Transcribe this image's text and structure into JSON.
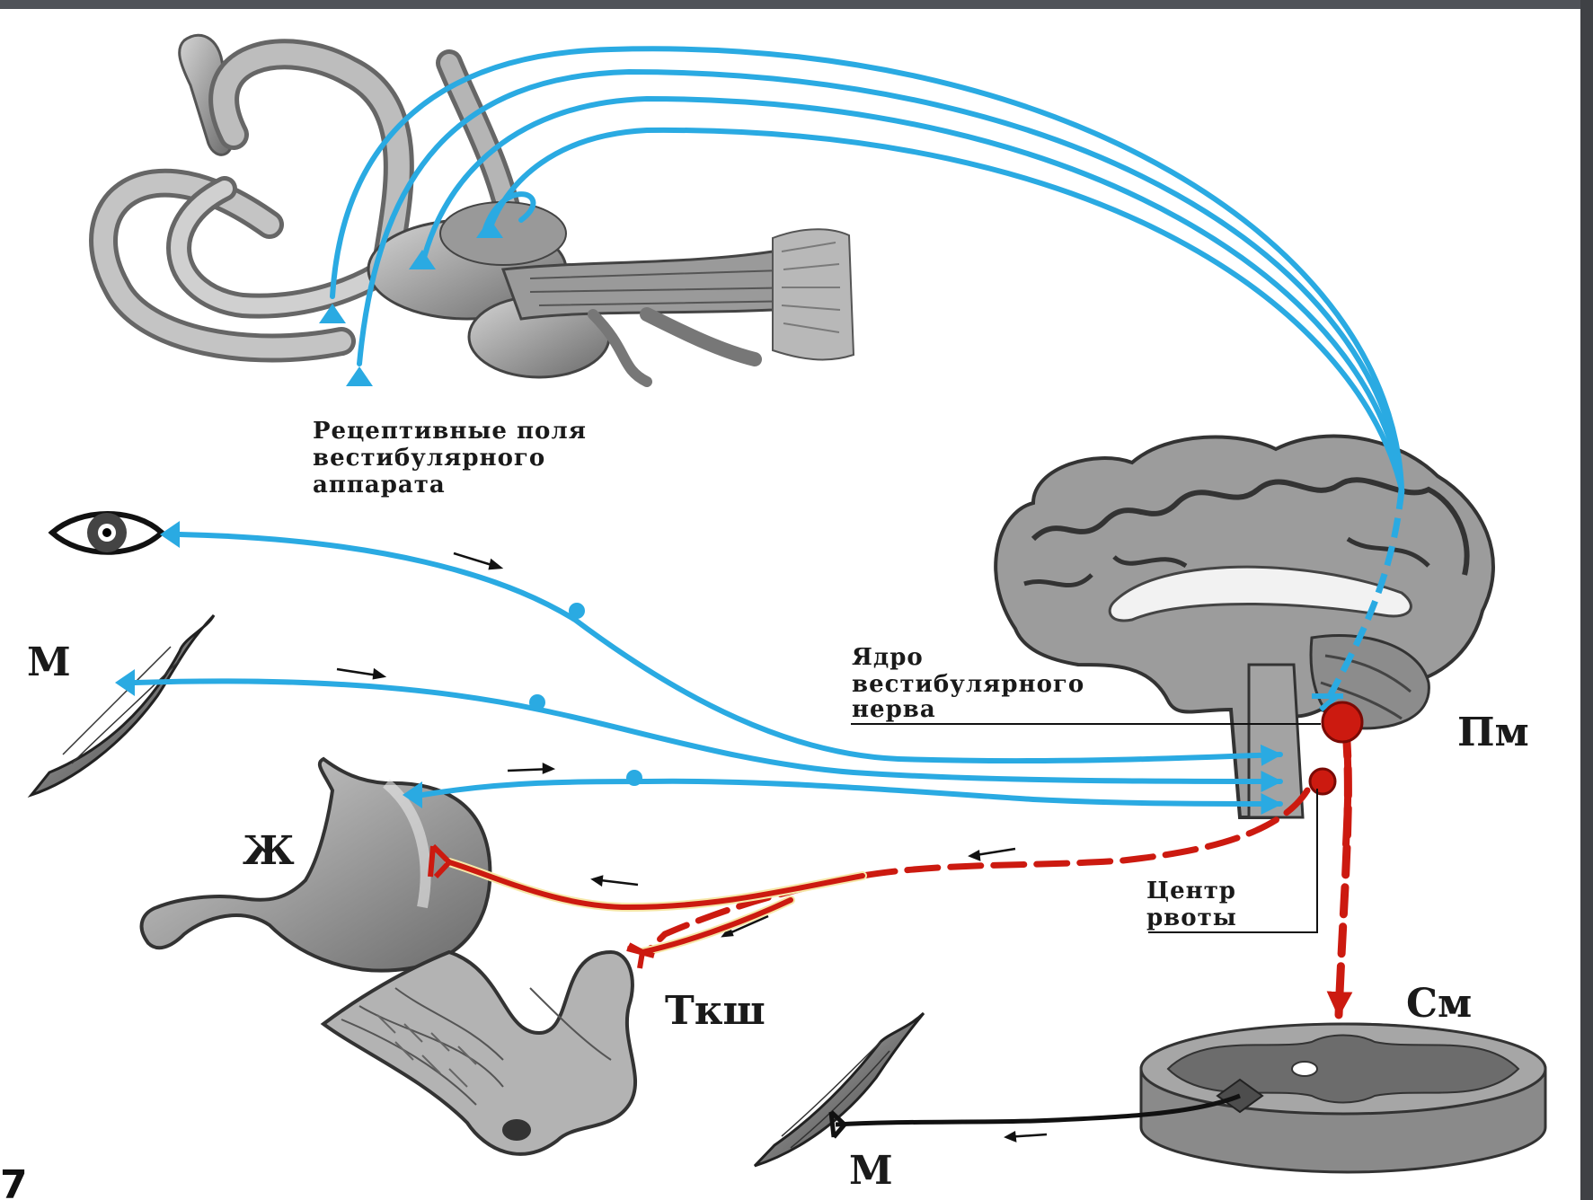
{
  "labels": {
    "receptive_line1": "Рецептивные поля",
    "receptive_line2": "вестибулярного",
    "receptive_line3": "аппарата",
    "nucleus_line1": "Ядро",
    "nucleus_line2": "вестибулярного",
    "nucleus_line3": "нерва",
    "vomit_line1": "Центр",
    "vomit_line2": "рвоты",
    "muscle_top": "М",
    "muscle_bottom": "М",
    "stomach": "Ж",
    "intestine": "Ткш",
    "medulla": "Пм",
    "spinal_cord": "См",
    "figure_number": "7"
  },
  "colors": {
    "afferent": "#2aaae2",
    "efferent": "#cc1a10",
    "motor": "#111111",
    "organ_fill": "#a8a8a8",
    "frame_dark": "#4f5258"
  }
}
